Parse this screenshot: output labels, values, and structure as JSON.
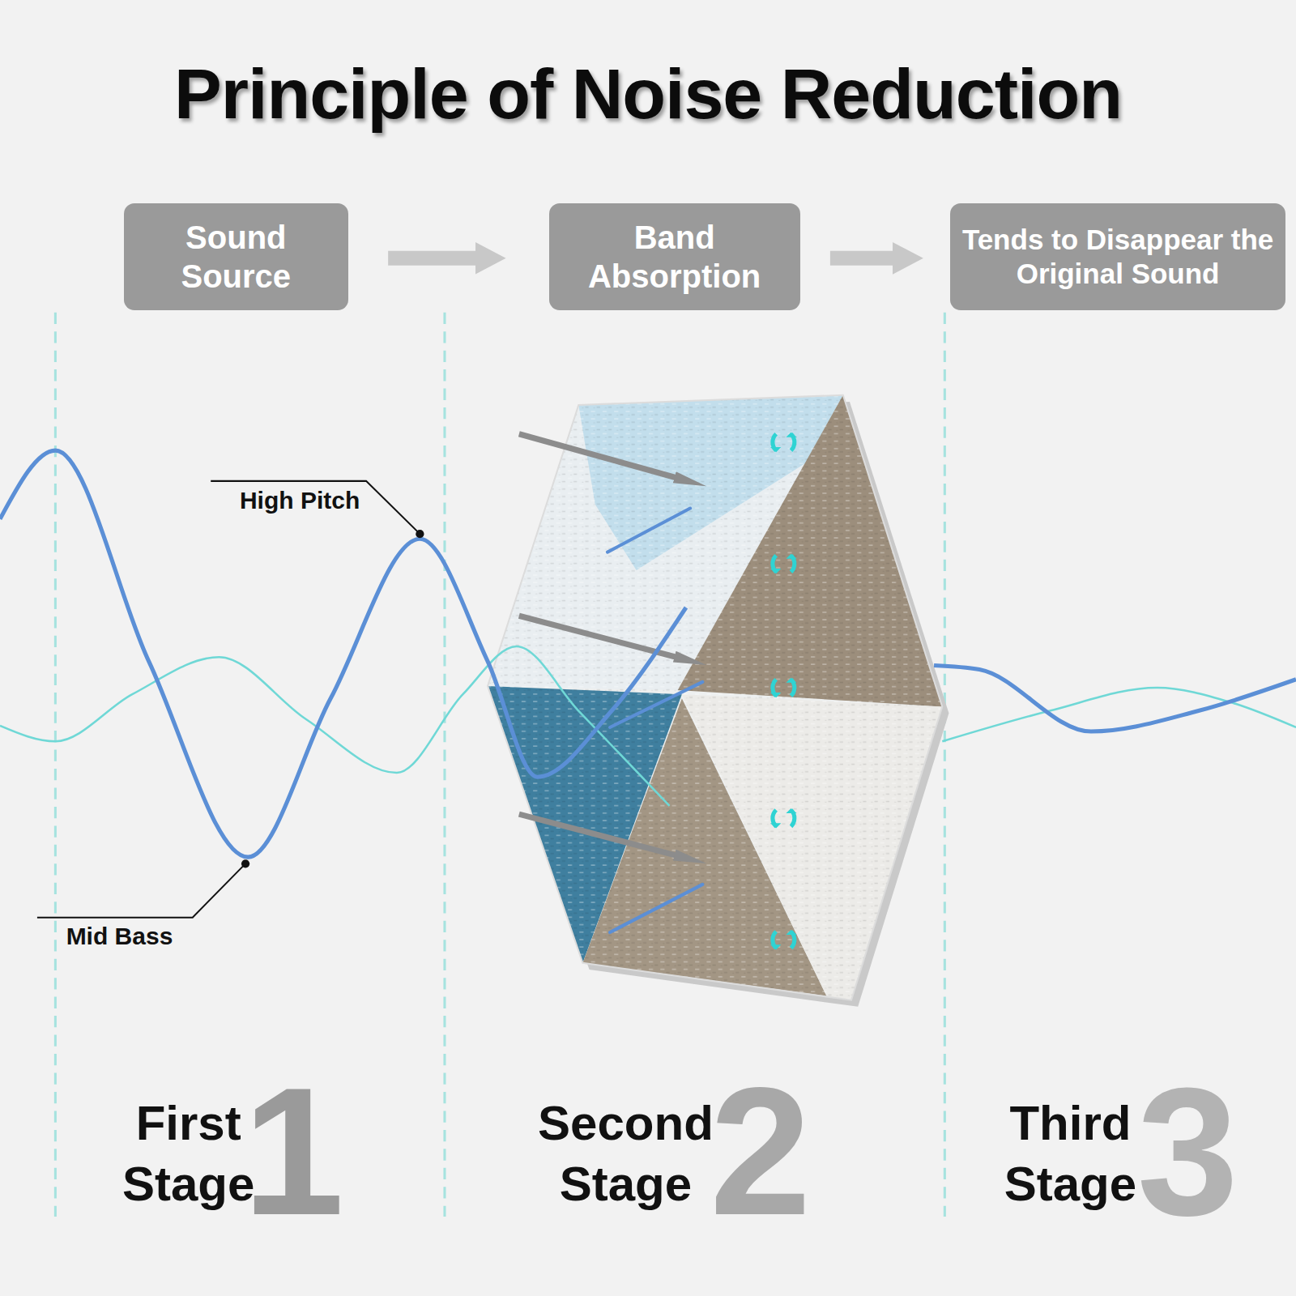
{
  "diagram": {
    "title": "Principle of Noise Reduction",
    "nodes": [
      {
        "text": [
          "Sound Source"
        ]
      },
      {
        "text": [
          "Band Absorption"
        ]
      },
      {
        "text": [
          "Tends to Disappear the Original Sound"
        ]
      }
    ],
    "edges": [
      {
        "from": 0,
        "to": 1,
        "arrow": "to"
      },
      {
        "from": 1,
        "to": 2,
        "arrow": "to"
      }
    ],
    "labels": [
      "High Pitch",
      "Mid Bass",
      "First Stage",
      "1",
      "Second Stage",
      "2",
      "Third Stage",
      "3"
    ]
  }
}
